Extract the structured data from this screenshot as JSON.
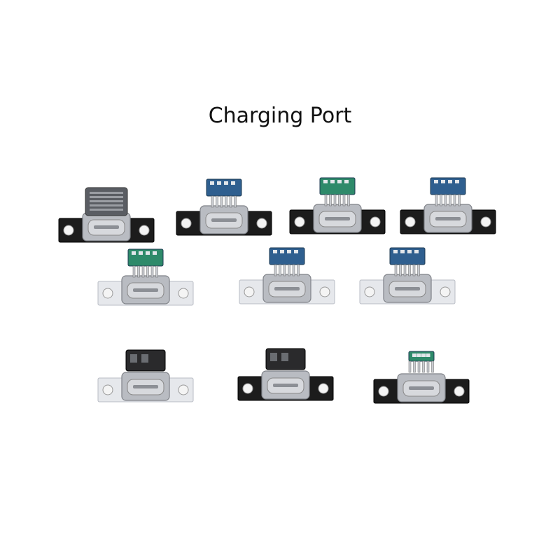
{
  "title": "Charging Port",
  "colors": {
    "background": "#ffffff",
    "plate_black": "#1c1c1c",
    "plate_silver": "#e6e8ec",
    "pcb_blue": "#2f5f8f",
    "pcb_green": "#2e8a6a",
    "metal": "#b9bcc2"
  },
  "products": [
    {
      "name": "lightning-port-black-plate",
      "plate": "black",
      "module": "lightning"
    },
    {
      "name": "usb-c-port-blue-pcb-black-plate",
      "plate": "black",
      "module": "blue-pcb"
    },
    {
      "name": "usb-c-port-green-pcb-black-plate",
      "plate": "black",
      "module": "green-pcb"
    },
    {
      "name": "usb-c-port-blue-pcb-black-plate-2",
      "plate": "black",
      "module": "blue-pcb"
    },
    {
      "name": "usb-c-port-green-pcb-silver-plate",
      "plate": "silver",
      "module": "green-pcb"
    },
    {
      "name": "usb-c-port-blue-pcb-silver-plate",
      "plate": "silver",
      "module": "blue-pcb"
    },
    {
      "name": "usb-c-port-blue-pcb-silver-plate-2",
      "plate": "silver",
      "module": "blue-pcb"
    },
    {
      "name": "micro-usb-port-silver-plate",
      "plate": "silver",
      "module": "micro"
    },
    {
      "name": "micro-usb-port-black-plate",
      "plate": "black",
      "module": "micro"
    },
    {
      "name": "usb-c-port-small-green-pcb-black-plate",
      "plate": "black",
      "module": "small-green"
    }
  ]
}
